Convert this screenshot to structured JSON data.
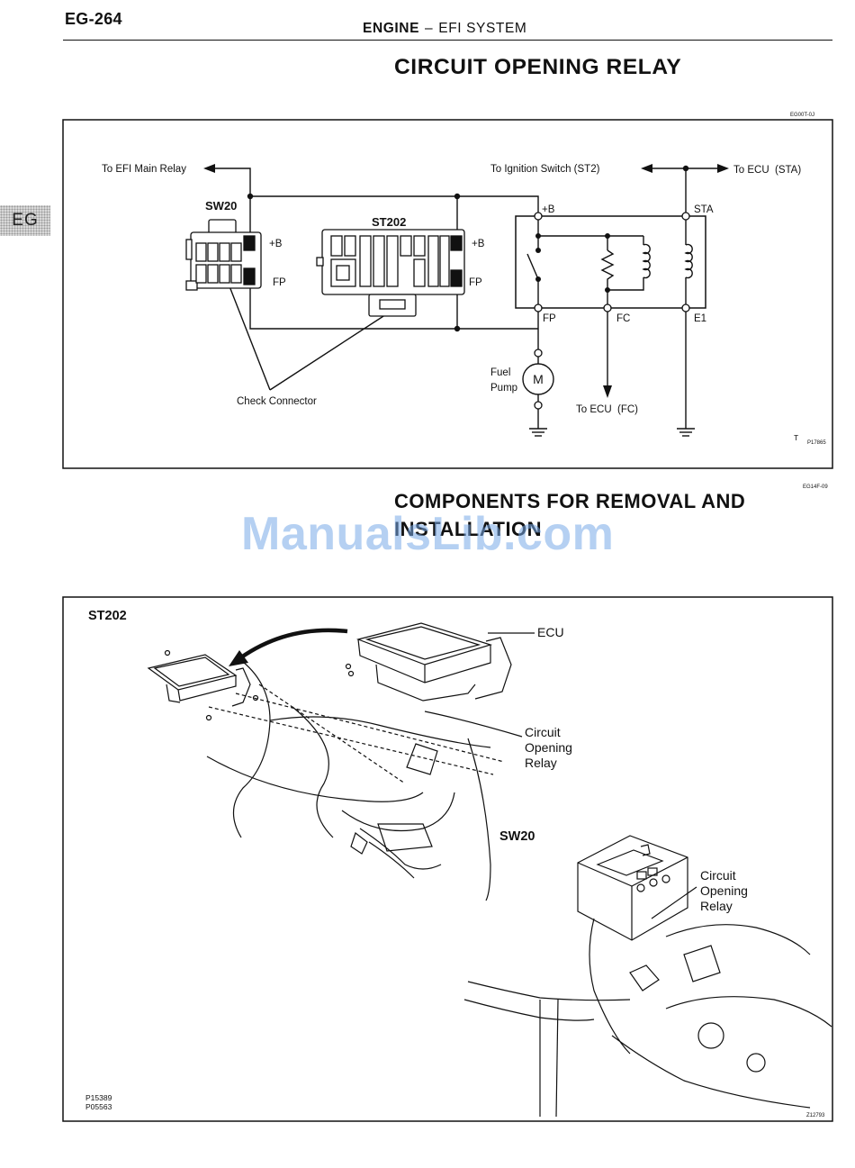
{
  "header": {
    "page_number": "EG-264",
    "section_main": "ENGINE",
    "section_dash": "–",
    "section_sub": "EFI SYSTEM"
  },
  "side_tab": {
    "label": "EG"
  },
  "circuit_section": {
    "title": "CIRCUIT OPENING RELAY",
    "figure_code": "EG00T-0J",
    "labels": {
      "to_efi_main_relay": "To EFI Main Relay",
      "sw20": "SW20",
      "st202": "ST202",
      "sw20_plus_b": "+B",
      "sw20_fp": "FP",
      "st202_plus_b": "+B",
      "st202_fp": "FP",
      "to_ignition_switch": "To Ignition Switch (ST2)",
      "to_ecu_sta": "To ECU  (STA)",
      "relay_plus_b": "+B",
      "relay_sta": "STA",
      "relay_fp": "FP",
      "relay_fc": "FC",
      "relay_e1": "E1",
      "fuel_pump": [
        "Fuel",
        "Pump"
      ],
      "motor": "M",
      "to_ecu_fc": "To ECU  (FC)",
      "check_connector": "Check Connector"
    },
    "figure_mark": "T",
    "figure_ref": "P17865"
  },
  "components_section": {
    "title_line1": "COMPONENTS FOR REMOVAL AND",
    "title_line2": "INSTALLATION",
    "figure_code": "EG14F-09",
    "labels": {
      "st202": "ST202",
      "ecu": "ECU",
      "relay_upper": [
        "Circuit",
        "Opening",
        "Relay"
      ],
      "sw20": "SW20",
      "relay_lower": [
        "Circuit",
        "Opening",
        "Relay"
      ]
    },
    "figure_codes": [
      "P15389",
      "P05563"
    ],
    "figure_ref": "Z12793"
  },
  "watermark": "ManualsLib.com"
}
